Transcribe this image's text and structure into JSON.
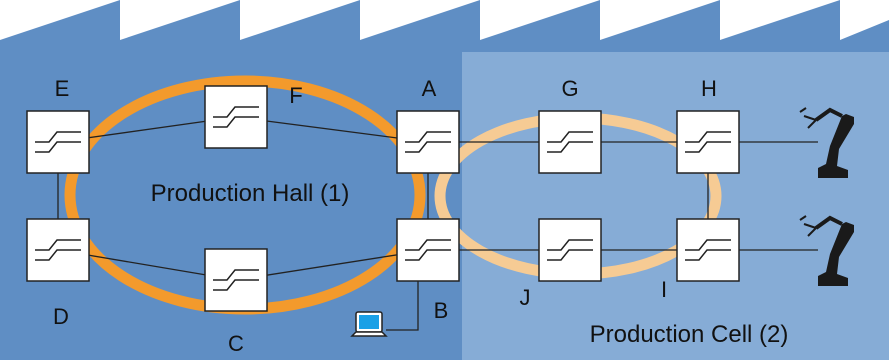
{
  "colors": {
    "hall_background": "#5f8ec4",
    "hall_roof": "#6d9ad0",
    "cell_background": "#86acd6",
    "hall_ring": "#f39a2c",
    "cell_ring": "#f6cb94",
    "switch_fill": "#ffffff",
    "robot": "#1a1a1a",
    "laptop_screen": "#1aa0e6"
  },
  "zones": {
    "hall": {
      "label": "Production Hall (1)"
    },
    "cell": {
      "label": "Production Cell (2)"
    }
  },
  "switches": [
    {
      "id": "E",
      "label": "E",
      "ring": "hall"
    },
    {
      "id": "F",
      "label": "F",
      "ring": "hall"
    },
    {
      "id": "A",
      "label": "A",
      "ring": "hall+cell"
    },
    {
      "id": "D",
      "label": "D",
      "ring": "hall"
    },
    {
      "id": "C",
      "label": "C",
      "ring": "hall"
    },
    {
      "id": "B",
      "label": "B",
      "ring": "hall+cell"
    },
    {
      "id": "G",
      "label": "G",
      "ring": "cell"
    },
    {
      "id": "H",
      "label": "H",
      "ring": "cell"
    },
    {
      "id": "J",
      "label": "J",
      "ring": "cell"
    },
    {
      "id": "I",
      "label": "I",
      "ring": "cell"
    }
  ],
  "links": [
    [
      "E",
      "F"
    ],
    [
      "F",
      "A"
    ],
    [
      "E",
      "D"
    ],
    [
      "D",
      "C"
    ],
    [
      "C",
      "B"
    ],
    [
      "A",
      "B"
    ],
    [
      "A",
      "G"
    ],
    [
      "G",
      "H"
    ],
    [
      "B",
      "J"
    ],
    [
      "J",
      "I"
    ],
    [
      "H",
      "I"
    ]
  ],
  "devices": {
    "robot_top": {
      "icon": "robot-arm-icon",
      "attached_to": "H"
    },
    "robot_bottom": {
      "icon": "robot-arm-icon",
      "attached_to": "I"
    },
    "laptop": {
      "icon": "laptop-icon",
      "attached_to": "B"
    }
  }
}
